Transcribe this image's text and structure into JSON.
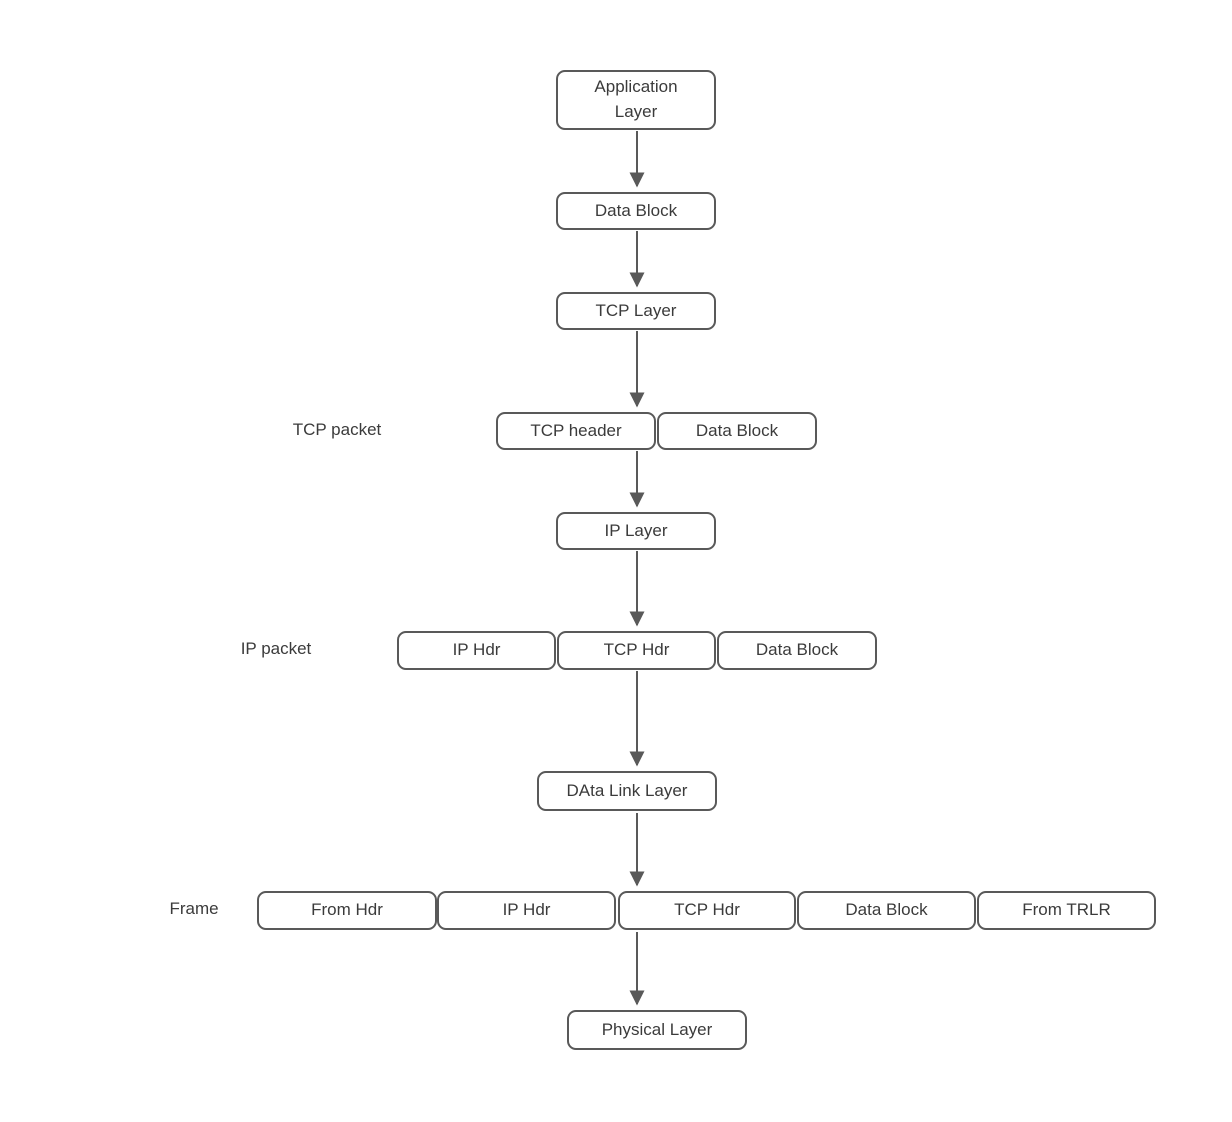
{
  "diagram": {
    "title_semantics": "TCP/IP encapsulation flow diagram",
    "colors": {
      "background": "#ffffff",
      "node_fill": "#ffffff",
      "node_border": "#595959",
      "arrow": "#595959",
      "text": "#3b3b3b"
    },
    "nodes": [
      {
        "id": "application-layer",
        "label": "Application Layer"
      },
      {
        "id": "data-block-top",
        "label": "Data Block"
      },
      {
        "id": "tcp-layer",
        "label": "TCP Layer"
      },
      {
        "id": "tcp-header",
        "label": "TCP header"
      },
      {
        "id": "data-block-tcp-row",
        "label": "Data Block"
      },
      {
        "id": "ip-layer",
        "label": "IP Layer"
      },
      {
        "id": "ip-hdr",
        "label": "IP Hdr"
      },
      {
        "id": "tcp-hdr",
        "label": "TCP Hdr"
      },
      {
        "id": "data-block-ip-row",
        "label": "Data Block"
      },
      {
        "id": "data-link-layer",
        "label": "DAta Link Layer"
      },
      {
        "id": "from-hdr",
        "label": "From Hdr"
      },
      {
        "id": "ip-hdr-frame",
        "label": "IP Hdr"
      },
      {
        "id": "tcp-hdr-frame",
        "label": "TCP Hdr"
      },
      {
        "id": "data-block-frame",
        "label": "Data Block"
      },
      {
        "id": "from-trlr",
        "label": "From TRLR"
      },
      {
        "id": "physical-layer",
        "label": "Physical Layer"
      }
    ],
    "row_labels": {
      "tcp_packet": "TCP packet",
      "ip_packet": "IP packet",
      "frame": "Frame"
    },
    "edges": [
      {
        "from": "application-layer",
        "to": "data-block-top"
      },
      {
        "from": "data-block-top",
        "to": "tcp-layer"
      },
      {
        "from": "tcp-layer",
        "to": "tcp-header"
      },
      {
        "from": "tcp-header",
        "to": "ip-layer"
      },
      {
        "from": "ip-layer",
        "to": "tcp-hdr"
      },
      {
        "from": "tcp-hdr",
        "to": "data-link-layer"
      },
      {
        "from": "data-link-layer",
        "to": "tcp-hdr-frame"
      },
      {
        "from": "tcp-hdr-frame",
        "to": "physical-layer"
      }
    ]
  }
}
